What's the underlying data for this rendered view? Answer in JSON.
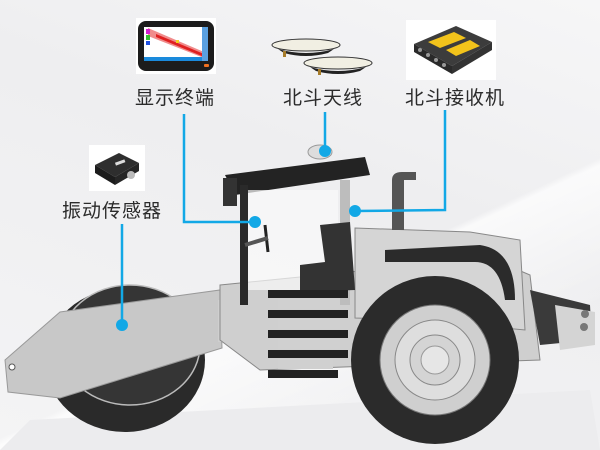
{
  "diagram": {
    "title": "",
    "components": [
      {
        "id": "display",
        "label": "显示终端",
        "icon": "display-terminal-icon"
      },
      {
        "id": "antenna",
        "label": "北斗天线",
        "icon": "beidou-antenna-icon"
      },
      {
        "id": "receiver",
        "label": "北斗接收机",
        "icon": "beidou-receiver-icon"
      },
      {
        "id": "vibration",
        "label": "振动传感器",
        "icon": "vibration-sensor-icon"
      }
    ],
    "subject": "road-roller-icon",
    "colors": {
      "leader_line": "#12a8e6",
      "body_light": "#c9c9c9",
      "body_dark": "#2b2b2b",
      "receiver_accent": "#f2c31b"
    }
  }
}
